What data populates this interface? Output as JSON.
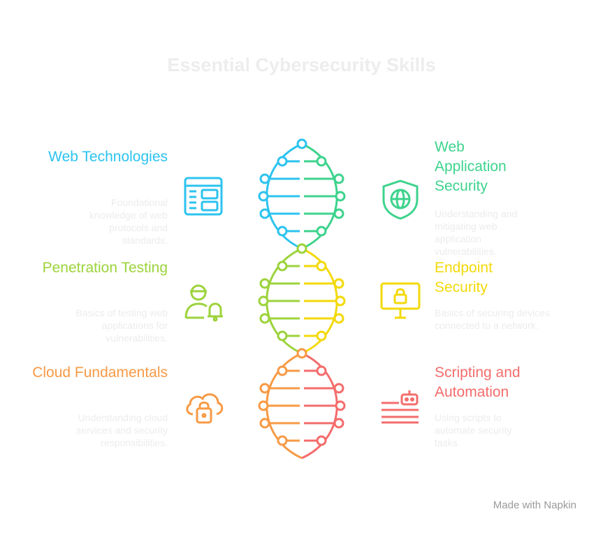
{
  "title": "Essential Cybersecurity Skills",
  "items": [
    {
      "title": "Web Technologies",
      "desc": "Foundational knowledge of web protocols and standards.",
      "color": "#2cc3ef",
      "icon": "browser-layout-icon"
    },
    {
      "title": "Web Application Security",
      "desc": "Understanding and mitigating web application vulnerabilities.",
      "color": "#3dd38d",
      "icon": "shield-globe-icon"
    },
    {
      "title": "Penetration Testing",
      "desc": "Basics of testing web applications for vulnerabilities.",
      "color": "#9cd33b",
      "icon": "hacker-alert-icon"
    },
    {
      "title": "Endpoint Security",
      "desc": "Basics of securing devices connected to a network.",
      "color": "#f3d90a",
      "icon": "monitor-lock-icon"
    },
    {
      "title": "Cloud Fundamentals",
      "desc": "Understanding cloud services and security responsibilities.",
      "color": "#f79a45",
      "icon": "cloud-lock-icon"
    },
    {
      "title": "Scripting and Automation",
      "desc": "Using scripts to automate security tasks.",
      "color": "#f46c6c",
      "icon": "script-bot-icon"
    }
  ],
  "footer": "Made with  Napkin"
}
